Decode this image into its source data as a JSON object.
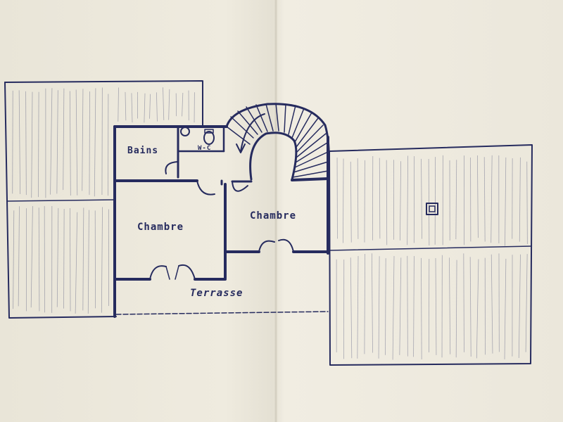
{
  "plan": {
    "rooms": {
      "bains": "Bains",
      "wc": "W-C",
      "chambre_1": "Chambre",
      "chambre_2": "Chambre",
      "terrasse": "Terrasse"
    }
  },
  "colors": {
    "ink": "#262b5e",
    "paper": "#ede9dd"
  }
}
